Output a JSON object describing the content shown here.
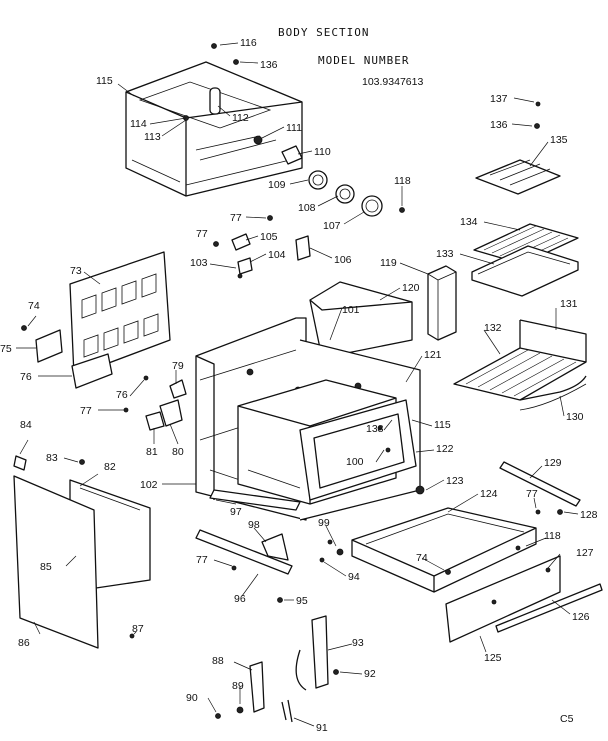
{
  "header": {
    "section_title": "BODY SECTION",
    "model_label": "MODEL NUMBER",
    "model_number": "103.9347613"
  },
  "page_code": "C5",
  "part_labels": [
    {
      "id": "p116",
      "text": "116"
    },
    {
      "id": "p136a",
      "text": "136"
    },
    {
      "id": "p115a",
      "text": "115"
    },
    {
      "id": "p114",
      "text": "114"
    },
    {
      "id": "p113",
      "text": "113"
    },
    {
      "id": "p112",
      "text": "112"
    },
    {
      "id": "p111",
      "text": "111"
    },
    {
      "id": "p110",
      "text": "110"
    },
    {
      "id": "p109",
      "text": "109"
    },
    {
      "id": "p108",
      "text": "108"
    },
    {
      "id": "p107",
      "text": "107"
    },
    {
      "id": "p118a",
      "text": "118"
    },
    {
      "id": "p137",
      "text": "137"
    },
    {
      "id": "p136b",
      "text": "136"
    },
    {
      "id": "p135",
      "text": "135"
    },
    {
      "id": "p134",
      "text": "134"
    },
    {
      "id": "p133",
      "text": "133"
    },
    {
      "id": "p131",
      "text": "131"
    },
    {
      "id": "p132",
      "text": "132"
    },
    {
      "id": "p130",
      "text": "130"
    },
    {
      "id": "p77a",
      "text": "77"
    },
    {
      "id": "p105",
      "text": "105"
    },
    {
      "id": "p77b",
      "text": "77"
    },
    {
      "id": "p103",
      "text": "103"
    },
    {
      "id": "p104",
      "text": "104"
    },
    {
      "id": "p106",
      "text": "106"
    },
    {
      "id": "p119",
      "text": "119"
    },
    {
      "id": "p120",
      "text": "120"
    },
    {
      "id": "p101",
      "text": "101"
    },
    {
      "id": "p121",
      "text": "121"
    },
    {
      "id": "p73",
      "text": "73"
    },
    {
      "id": "p74a",
      "text": "74"
    },
    {
      "id": "p75",
      "text": "75"
    },
    {
      "id": "p76a",
      "text": "76"
    },
    {
      "id": "p79",
      "text": "79"
    },
    {
      "id": "p76b",
      "text": "76"
    },
    {
      "id": "p77c",
      "text": "77"
    },
    {
      "id": "p81",
      "text": "81"
    },
    {
      "id": "p80",
      "text": "80"
    },
    {
      "id": "p115b",
      "text": "115"
    },
    {
      "id": "p138",
      "text": "138"
    },
    {
      "id": "p122",
      "text": "122"
    },
    {
      "id": "p100",
      "text": "100"
    },
    {
      "id": "p84",
      "text": "84"
    },
    {
      "id": "p83",
      "text": "83"
    },
    {
      "id": "p82",
      "text": "82"
    },
    {
      "id": "p102",
      "text": "102"
    },
    {
      "id": "p123",
      "text": "123"
    },
    {
      "id": "p129",
      "text": "129"
    },
    {
      "id": "p97",
      "text": "97"
    },
    {
      "id": "p124",
      "text": "124"
    },
    {
      "id": "p77d",
      "text": "77"
    },
    {
      "id": "p128",
      "text": "128"
    },
    {
      "id": "p98",
      "text": "98"
    },
    {
      "id": "p99",
      "text": "99"
    },
    {
      "id": "p118b",
      "text": "118"
    },
    {
      "id": "p127",
      "text": "127"
    },
    {
      "id": "p85",
      "text": "85"
    },
    {
      "id": "p77e",
      "text": "77"
    },
    {
      "id": "p74b",
      "text": "74"
    },
    {
      "id": "p94",
      "text": "94"
    },
    {
      "id": "p96",
      "text": "96"
    },
    {
      "id": "p95",
      "text": "95"
    },
    {
      "id": "p126",
      "text": "126"
    },
    {
      "id": "p86",
      "text": "86"
    },
    {
      "id": "p87",
      "text": "87"
    },
    {
      "id": "p125",
      "text": "125"
    },
    {
      "id": "p93",
      "text": "93"
    },
    {
      "id": "p88",
      "text": "88"
    },
    {
      "id": "p92",
      "text": "92"
    },
    {
      "id": "p90",
      "text": "90"
    },
    {
      "id": "p89",
      "text": "89"
    },
    {
      "id": "p91",
      "text": "91"
    }
  ]
}
